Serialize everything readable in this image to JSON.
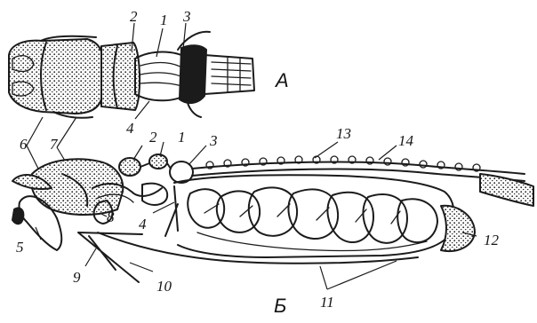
{
  "figure": {
    "view_labels": {
      "top": "А",
      "bottom": "Б"
    },
    "part_labels": {
      "n1": "1",
      "n2": "2",
      "n3": "3",
      "n4": "4",
      "n5": "5",
      "n6": "6",
      "n7": "7",
      "n8": "8",
      "n9": "9",
      "n10": "10",
      "n11": "11",
      "n12": "12",
      "n13": "13",
      "n14": "14"
    }
  }
}
